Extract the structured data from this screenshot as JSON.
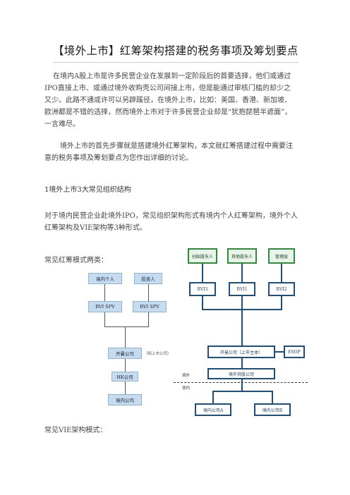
{
  "doc": {
    "title": "【境外上市】红筹架构搭建的税务事项及筹划要点",
    "para1": "在境内A股上市是许多民营企业在发展到一定阶段后的首要选择，他们或通过IPO直接上市、或通过境外收购壳公司间接上市，但是能通过审核门槛的却少之又少。此路不通或许可以另辟蹊径，在境外上市，比如：美国、香港、新加坡、欧洲都是不错的选择，然而境外上市对于许多民营企业却是“犹抱琵琶半遮面”，一言难尽。",
    "para2": "境外上市的首先步骤就是搭建境外红筹架构，本文就红筹搭建过程中需要注意的税务事项及筹划要点为您作出详细的讨论。",
    "heading1": "1境外上市3大常见组织结构",
    "para3": "对于境内民营企业赴境外IPO，常见组织架构形式有境内个人红筹架构，境外个人红筹架构及VIE架构等3种形式。",
    "label_modes": "常见红筹模式两类：",
    "label_vie": "常见VIE架构模式："
  },
  "diagram1": {
    "person": "境内个人",
    "investor": "投资人",
    "spv1": "BVI SPV",
    "spv2": "BVI SPV",
    "cayman": "开曼公司",
    "cayman_note": "（拟上市公司）",
    "hk": "HK公司",
    "domestic": "境内公司"
  },
  "diagram2": {
    "founder": "创始股东人",
    "investor": "其他股东人",
    "mgmt": "管理层",
    "bvi3": "BVI3",
    "bvi1": "BVI1",
    "bvi2": "BVI2",
    "cayman": "开曼公司（上市主体）",
    "esop": "ESOP",
    "hk": "境外持股公司",
    "outside": "境外",
    "inside": "境内",
    "coA": "境内公司A",
    "coB": "境内公司B"
  }
}
